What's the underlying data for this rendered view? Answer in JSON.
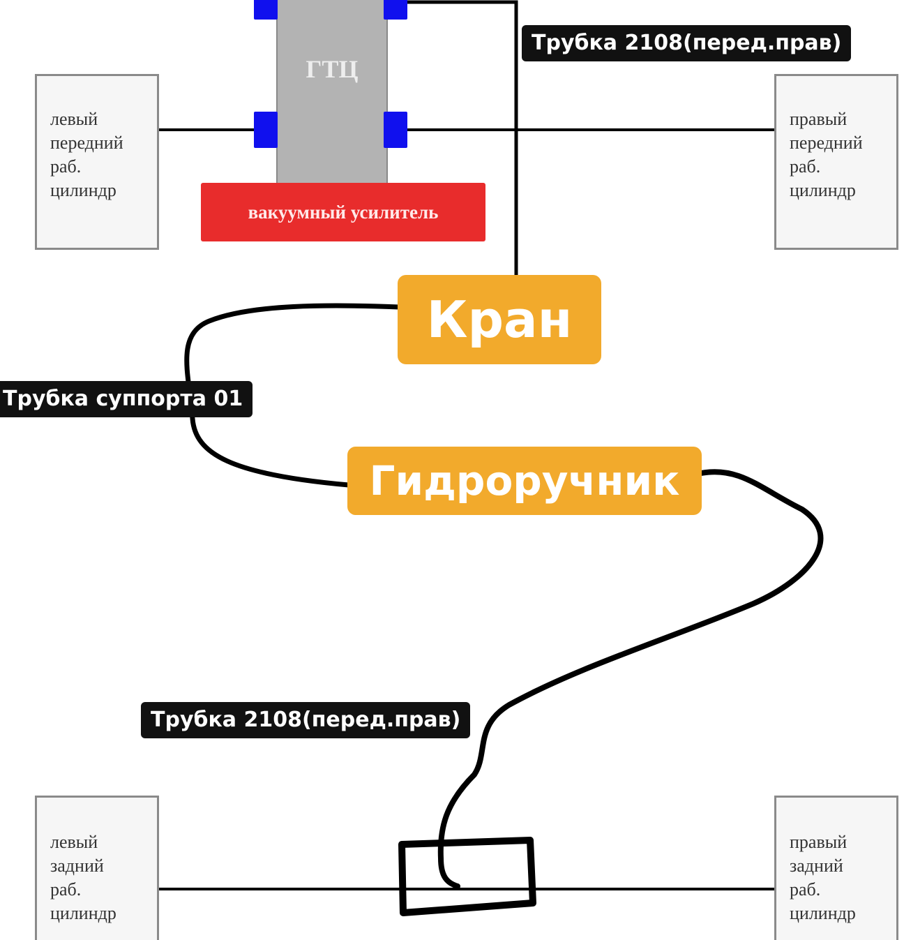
{
  "master_cylinder": {
    "label": "ГТЦ"
  },
  "vacuum_booster": {
    "label": "вакуумный усилитель"
  },
  "cylinders": {
    "front_left": "левый\nпередний\nраб.\nцилиндр",
    "front_right": "правый\nпередний\nраб.\nцилиндр",
    "rear_left": "левый\nзадний\nраб.\nцилиндр",
    "rear_right": "правый\nзадний\nраб.\nцилиндр"
  },
  "valve": {
    "label": "Кран"
  },
  "hydro_handbrake": {
    "label": "Гидроручник"
  },
  "tube_labels": {
    "top_right": "Трубка 2108(перед.прав)",
    "caliper": "Трубка суппорта 01",
    "lower": "Трубка 2108(перед.прав)"
  },
  "colors": {
    "line": "#000000",
    "port": "#1010ee",
    "booster": "#e82c2c",
    "block": "#f2aa2c",
    "tag": "#111111"
  }
}
